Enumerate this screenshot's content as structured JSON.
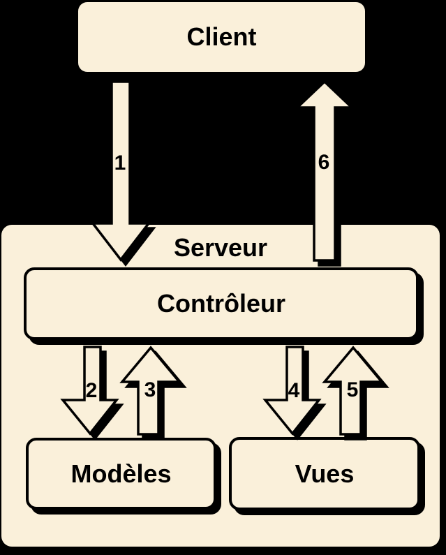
{
  "colors": {
    "background": "#000000",
    "node_fill": "#FAF0DA",
    "outline": "#000000"
  },
  "nodes": {
    "client": {
      "label": "Client"
    },
    "server": {
      "label": "Serveur"
    },
    "controller": {
      "label": "Contrôleur"
    },
    "models": {
      "label": "Modèles"
    },
    "views": {
      "label": "Vues"
    }
  },
  "arrows": [
    {
      "label": "1",
      "from": "Client",
      "to": "Contrôleur",
      "direction": "down"
    },
    {
      "label": "2",
      "from": "Contrôleur",
      "to": "Modèles",
      "direction": "down"
    },
    {
      "label": "3",
      "from": "Modèles",
      "to": "Contrôleur",
      "direction": "up"
    },
    {
      "label": "4",
      "from": "Contrôleur",
      "to": "Vues",
      "direction": "down"
    },
    {
      "label": "5",
      "from": "Vues",
      "to": "Contrôleur",
      "direction": "up"
    },
    {
      "label": "6",
      "from": "Contrôleur",
      "to": "Client",
      "direction": "up"
    }
  ]
}
